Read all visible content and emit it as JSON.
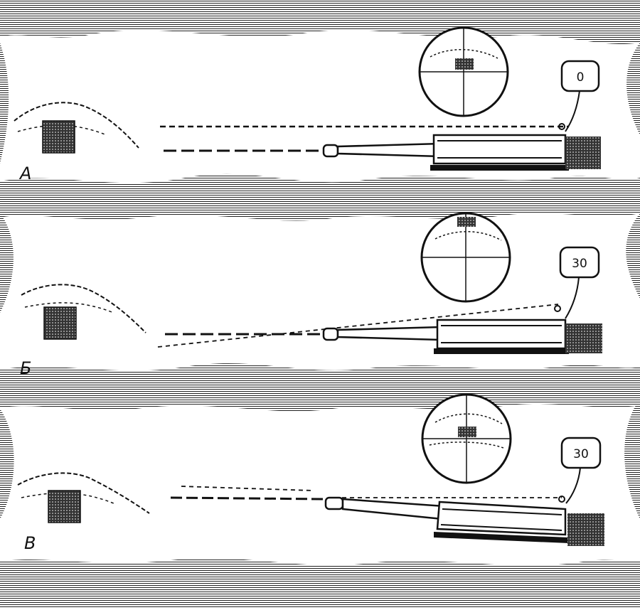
{
  "panels": [
    {
      "letter": "А",
      "scale_reading": "0"
    },
    {
      "letter": "Б",
      "scale_reading": "30"
    },
    {
      "letter": "В",
      "scale_reading": "30"
    }
  ],
  "colors": {
    "ink": "#111111",
    "paper": "#ffffff",
    "shade": "#222222"
  }
}
